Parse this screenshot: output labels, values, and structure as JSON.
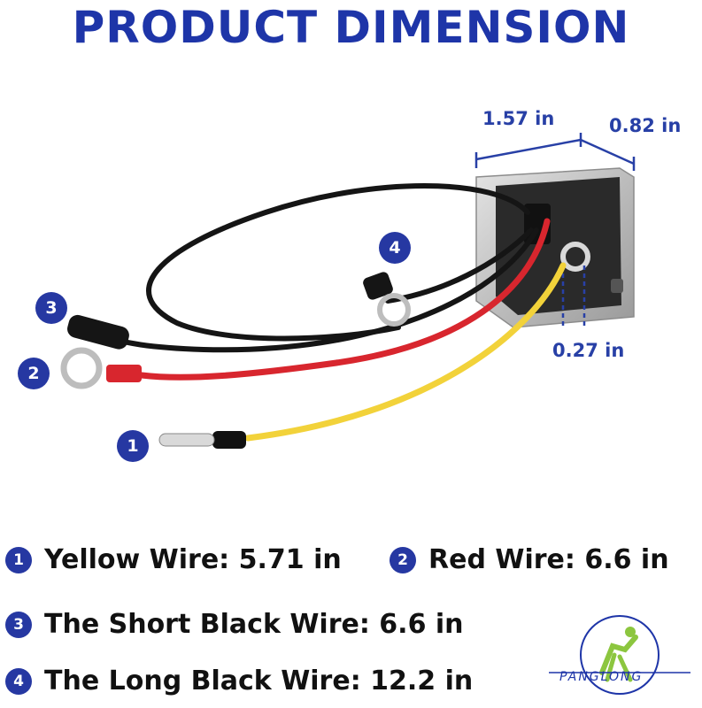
{
  "title": "PRODUCT DIMENSION",
  "dimensions": {
    "width": "1.57 in",
    "depth": "0.82 in",
    "hole": "0.27 in"
  },
  "badges": [
    "1",
    "2",
    "3",
    "4"
  ],
  "legend": [
    {
      "num": "1",
      "text": "Yellow Wire: 5.71 in"
    },
    {
      "num": "2",
      "text": "Red Wire: 6.6 in"
    },
    {
      "num": "3",
      "text": "The Short Black Wire: 6.6 in"
    },
    {
      "num": "4",
      "text": "The Long Black Wire: 12.2 in"
    }
  ],
  "brand": "PANGLONG",
  "colors": {
    "accent": "#1e35a8",
    "yellow_wire": "#f2d23a",
    "red_wire": "#d8262e",
    "black_wire": "#151515"
  }
}
